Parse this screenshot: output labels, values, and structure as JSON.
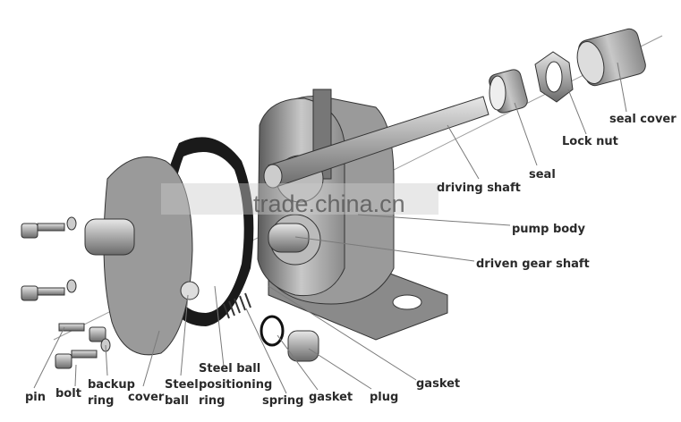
{
  "diagram": {
    "watermark": "trade.china.cn",
    "labels": {
      "seal_cover": "seal cover",
      "lock_nut": "Lock nut",
      "seal": "seal",
      "driving_shaft": "driving shaft",
      "pump_body": "pump body",
      "driven_gear_shaft": "driven gear shaft",
      "gasket_right": "gasket",
      "plug": "plug",
      "gasket_mid": "gasket",
      "spring": "spring",
      "steel_ball_positioning_ring_1": "Steel ball",
      "steel_ball_positioning_ring_2": "positioning",
      "steel_ball_positioning_ring_3": "ring",
      "steel_ball_1": "Steel",
      "steel_ball_2": "ball",
      "cover": "cover",
      "backup_ring_1": "backup",
      "backup_ring_2": "ring",
      "bolt": "bolt",
      "pin": "pin"
    }
  }
}
